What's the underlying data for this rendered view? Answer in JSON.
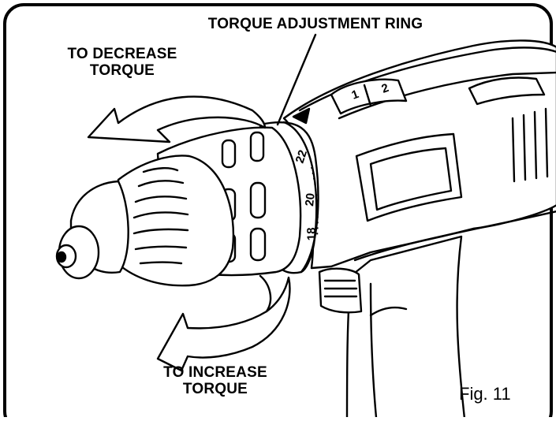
{
  "labels": {
    "torque_ring": "TORQUE ADJUSTMENT RING",
    "decrease_line1": "TO DECREASE",
    "decrease_line2": "TORQUE",
    "increase_line1": "TO INCREASE",
    "increase_line2": "TORQUE",
    "figure": "Fig. 11"
  },
  "dial_numbers": [
    "22",
    "20",
    "18"
  ],
  "gear_numbers": [
    "1",
    "2"
  ],
  "colors": {
    "line": "#000000",
    "background": "#ffffff"
  }
}
